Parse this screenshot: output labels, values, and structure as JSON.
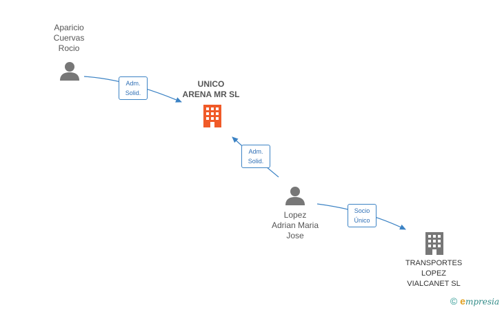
{
  "nodes": {
    "aparicio": {
      "name": "Aparicio\nCuervas\nRocio",
      "kind": "person"
    },
    "unico": {
      "name": "UNICO\nARENA MR  SL",
      "kind": "company-main",
      "color": "#f05a28"
    },
    "lopez": {
      "name": "Lopez\nAdrian Maria\nJose",
      "kind": "person"
    },
    "transportes": {
      "name": "TRANSPORTES\nLOPEZ\nVIALCANET SL",
      "kind": "company"
    }
  },
  "edges": {
    "e1": {
      "label": "Adm.\nSolid."
    },
    "e2": {
      "label": "Adm.\nSolid."
    },
    "e3": {
      "label": "Socio\nÚnico"
    }
  },
  "colors": {
    "edge": "#3b82c4",
    "person": "#777777",
    "company": "#777777",
    "main_company": "#f05a28"
  },
  "footer": {
    "copyright_symbol": "©",
    "brand_first": "e",
    "brand_rest": "mpresia"
  }
}
